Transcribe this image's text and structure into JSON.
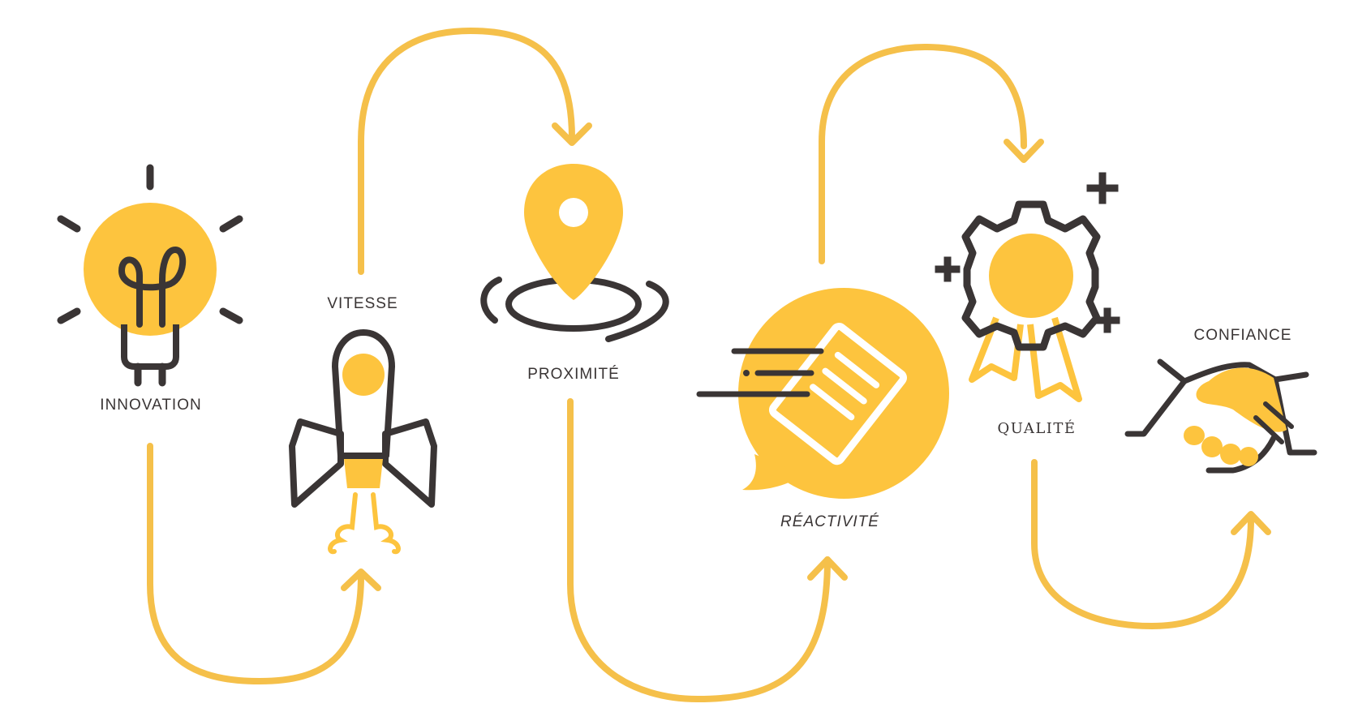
{
  "steps": [
    {
      "id": "innovation",
      "label": "INNOVATION",
      "icon": "lightbulb-icon"
    },
    {
      "id": "vitesse",
      "label": "VITESSE",
      "icon": "rocket-icon"
    },
    {
      "id": "proximite",
      "label": "PROXIMITÉ",
      "icon": "location-pin-icon"
    },
    {
      "id": "reactivite",
      "label": "RÉACTIVITÉ",
      "icon": "speech-bubble-document-icon"
    },
    {
      "id": "qualite",
      "label": "QUALITÉ",
      "icon": "award-gear-icon"
    },
    {
      "id": "confiance",
      "label": "CONFIANCE",
      "icon": "handshake-icon"
    }
  ],
  "colors": {
    "accent": "#fdc43e",
    "line": "#f5c04a",
    "ink": "#3a3535",
    "background": "#ffffff"
  }
}
